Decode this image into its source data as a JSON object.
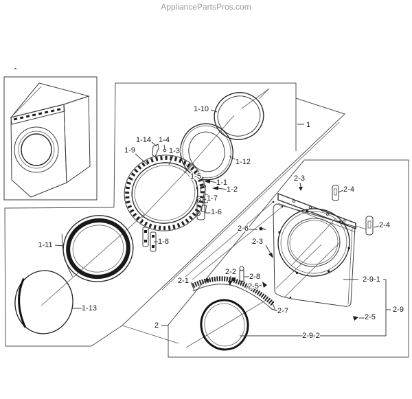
{
  "watermark": "AppliancePartsPros.com",
  "colors": {
    "background": "#ffffff",
    "line": "#2a2a2a",
    "watermark_text": "#9c9c9c"
  },
  "labels": [
    {
      "text": "1"
    },
    {
      "text": "1-1"
    },
    {
      "text": "1-2"
    },
    {
      "text": "1-3"
    },
    {
      "text": "1-4"
    },
    {
      "text": "1-5"
    },
    {
      "text": "1-6"
    },
    {
      "text": "1-7"
    },
    {
      "text": "1-8"
    },
    {
      "text": "1-9"
    },
    {
      "text": "1-10"
    },
    {
      "text": "1-11"
    },
    {
      "text": "1-12"
    },
    {
      "text": "1-13"
    },
    {
      "text": "1-14"
    },
    {
      "text": "2"
    },
    {
      "text": "2-1"
    },
    {
      "text": "2-2"
    },
    {
      "text": "2-3"
    },
    {
      "text": "2-3"
    },
    {
      "text": "2-4"
    },
    {
      "text": "2-4"
    },
    {
      "text": "2-5"
    },
    {
      "text": "2-5"
    },
    {
      "text": "2-6"
    },
    {
      "text": "2-7"
    },
    {
      "text": "2-8"
    },
    {
      "text": "2-9"
    },
    {
      "text": "2-9-1"
    },
    {
      "text": "2-9-2"
    }
  ]
}
